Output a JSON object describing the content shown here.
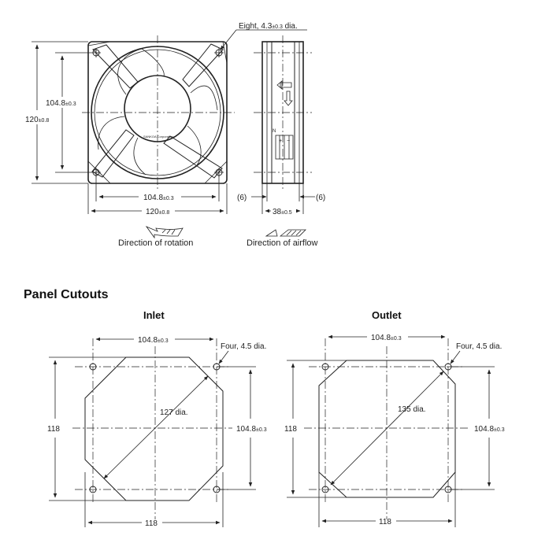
{
  "top": {
    "holes_label": "Eight, 4.3",
    "holes_tol": "±0.3",
    "holes_unit": " dia.",
    "front": {
      "inner_v_value": "104.8",
      "inner_v_tol": "±0.3",
      "outer_v_value": "120",
      "outer_v_tol": "±0.8",
      "inner_h_value": "104.8",
      "inner_h_tol": "±0.3",
      "outer_h_value": "120",
      "outer_h_tol": "±0.8",
      "logo": "SANKOA Corporation"
    },
    "side": {
      "left_gap": "(6)",
      "right_gap": "(6)",
      "depth_value": "38",
      "depth_tol": "±0.5",
      "plus_mark": "+",
      "minus_mark": "−",
      "n_mark": "N"
    },
    "rotation_caption": "Direction of rotation",
    "airflow_caption": "Direction of airflow"
  },
  "panel": {
    "title": "Panel Cutouts",
    "inlet": {
      "title": "Inlet",
      "top_value": "104.8",
      "top_tol": "±0.3",
      "holes": "Four, 4.5 dia.",
      "diameter": "127 dia.",
      "left_dim": "118",
      "right_value": "104.8",
      "right_tol": "±0.3",
      "bottom_dim": "118"
    },
    "outlet": {
      "title": "Outlet",
      "top_value": "104.8",
      "top_tol": "±0.3",
      "holes": "Four, 4.5 dia.",
      "diameter": "135 dia.",
      "left_dim": "118",
      "right_value": "104.8",
      "right_tol": "±0.3",
      "bottom_dim": "118"
    }
  }
}
